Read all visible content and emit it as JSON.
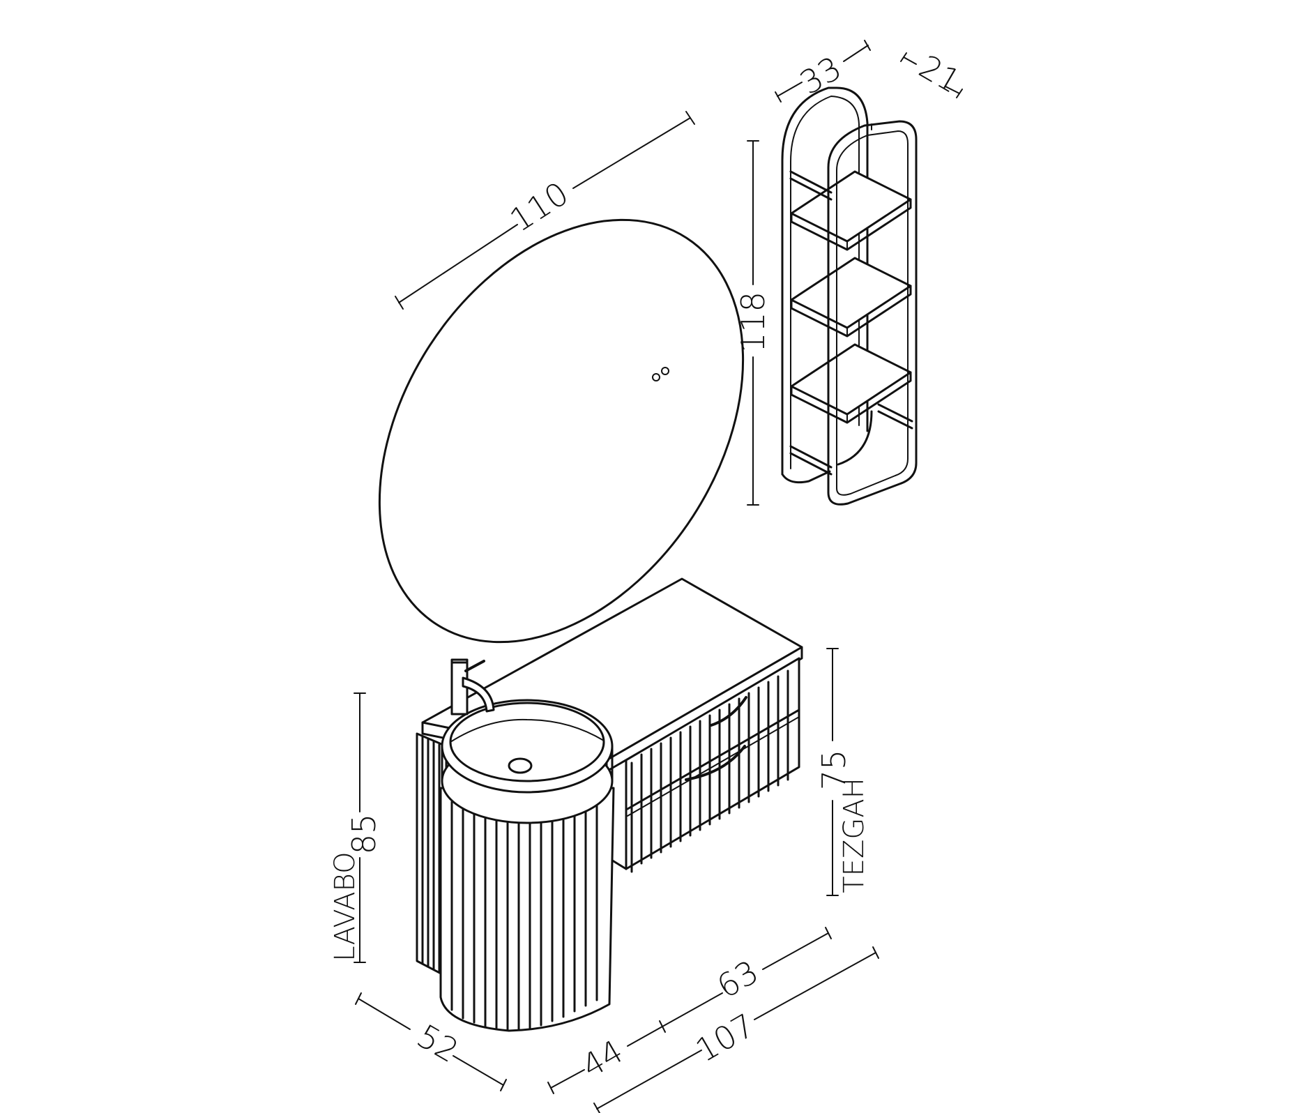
{
  "dimensions": {
    "mirror_width": "110",
    "shelf_width": "33",
    "shelf_depth": "21",
    "shelf_height": "118",
    "counter_height": "75",
    "counter_label": "TEZGAH",
    "basin_height": "85",
    "basin_label": "LAVABO",
    "basin_depth": "52",
    "basin_width": "44",
    "counter_width": "63",
    "total_width": "107"
  }
}
